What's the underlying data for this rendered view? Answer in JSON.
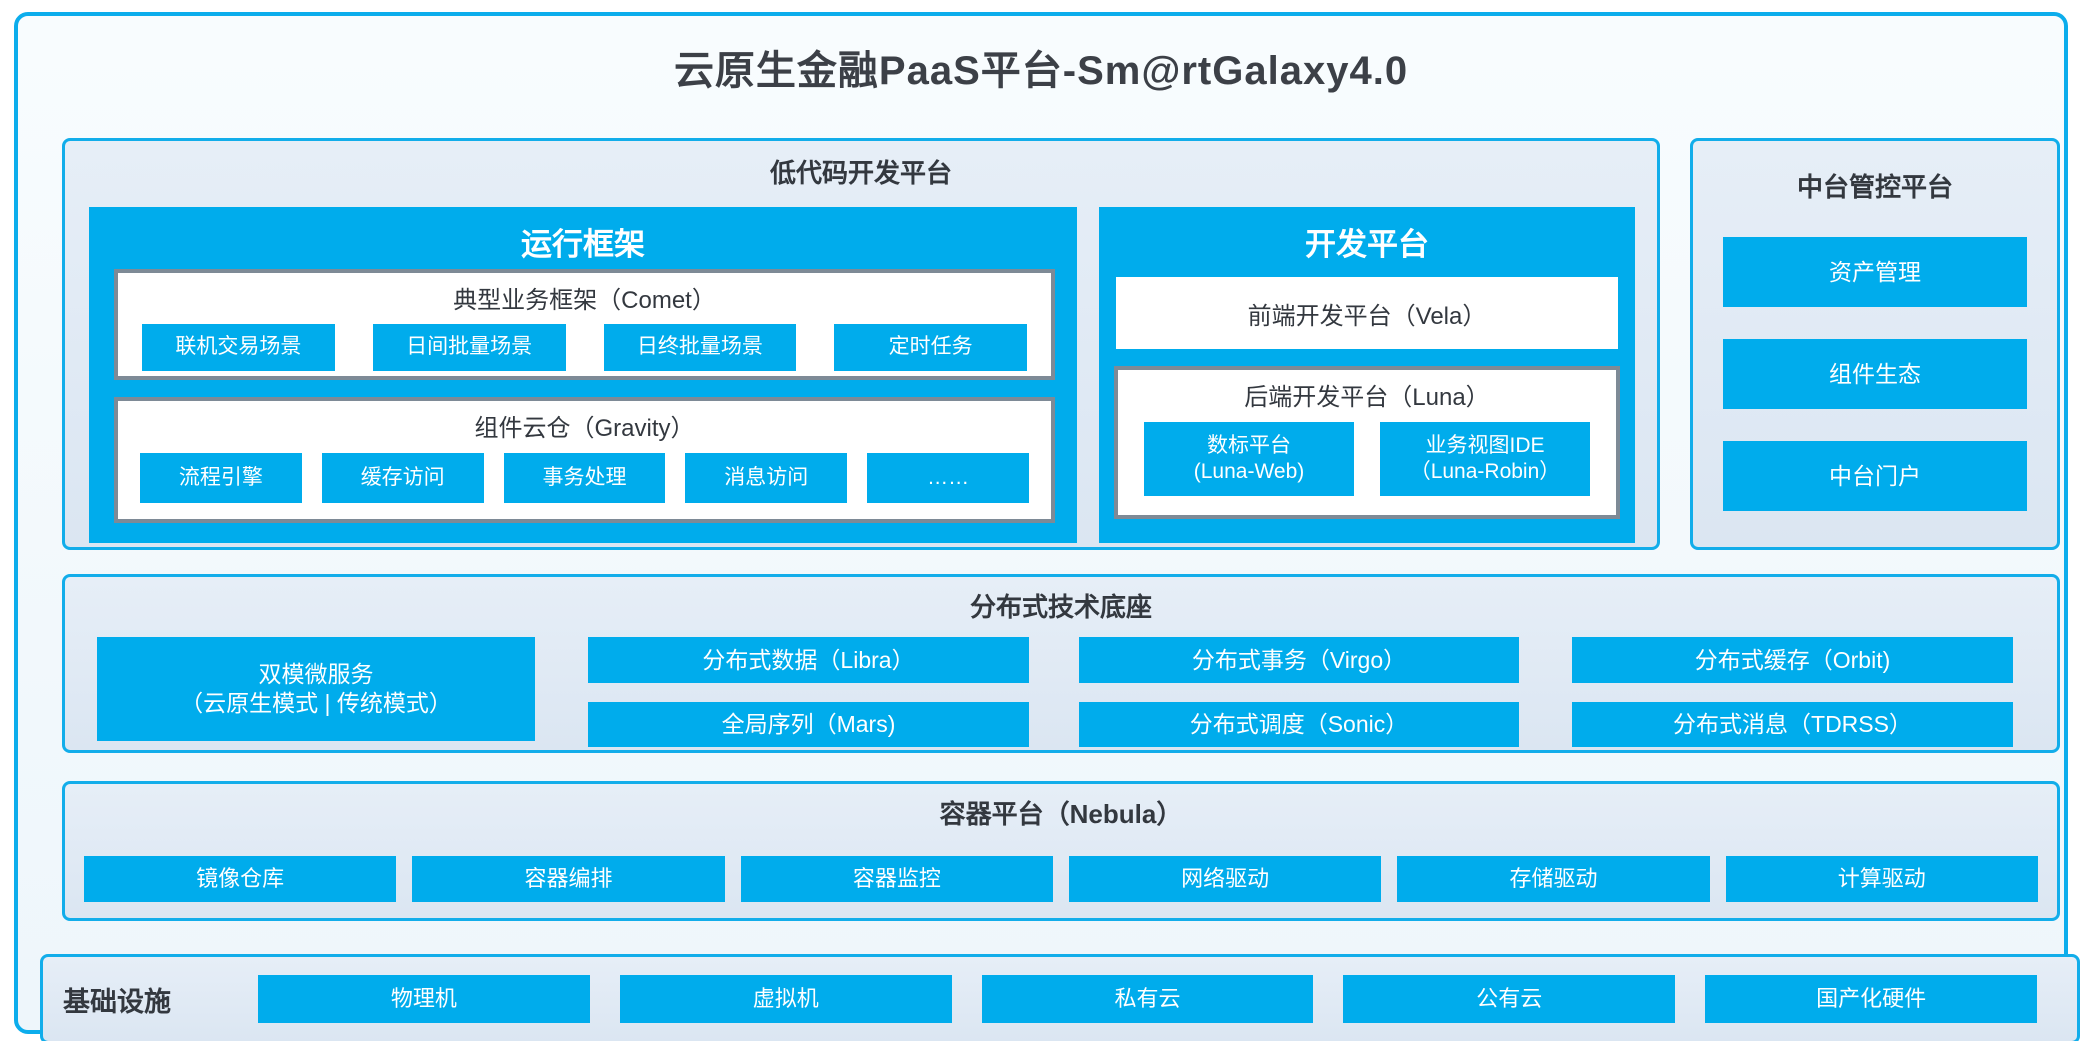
{
  "title": "云原生金融PaaS平台-Sm@rtGalaxy4.0",
  "colors": {
    "accent_blue": "#00acec",
    "panel_bg": "#dfe9f4",
    "panel_border": "#12adea",
    "frame_border": "#7e8a96",
    "dark_text": "#33383f"
  },
  "low_code": {
    "title": "低代码开发平台",
    "runtime": {
      "title": "运行框架",
      "comet": {
        "title": "典型业务框架（Comet）",
        "items": [
          "联机交易场景",
          "日间批量场景",
          "日终批量场景",
          "定时任务"
        ]
      },
      "gravity": {
        "title": "组件云仓（Gravity）",
        "items": [
          "流程引擎",
          "缓存访问",
          "事务处理",
          "消息访问",
          "……"
        ]
      }
    },
    "dev": {
      "title": "开发平台",
      "vela": "前端开发平台（Vela）",
      "luna": {
        "title": "后端开发平台（Luna）",
        "items": [
          {
            "line1": "数标平台",
            "line2": "(Luna-Web)"
          },
          {
            "line1": "业务视图IDE",
            "line2": "（Luna-Robin）"
          }
        ]
      }
    }
  },
  "mid_platform": {
    "title": "中台管控平台",
    "items": [
      "资产管理",
      "组件生态",
      "中台门户"
    ]
  },
  "distributed": {
    "title": "分布式技术底座",
    "dual_mode": {
      "line1": "双模微服务",
      "line2": "（云原生模式 | 传统模式）"
    },
    "row1": [
      "分布式数据（Libra）",
      "分布式事务（Virgo）",
      "分布式缓存（Orbit)"
    ],
    "row2": [
      "全局序列（Mars)",
      "分布式调度（Sonic）",
      "分布式消息（TDRSS）"
    ]
  },
  "container_platform": {
    "title": "容器平台（Nebula）",
    "items": [
      "镜像仓库",
      "容器编排",
      "容器监控",
      "网络驱动",
      "存储驱动",
      "计算驱动"
    ]
  },
  "infrastructure": {
    "label": "基础设施",
    "items": [
      "物理机",
      "虚拟机",
      "私有云",
      "公有云",
      "国产化硬件"
    ]
  }
}
